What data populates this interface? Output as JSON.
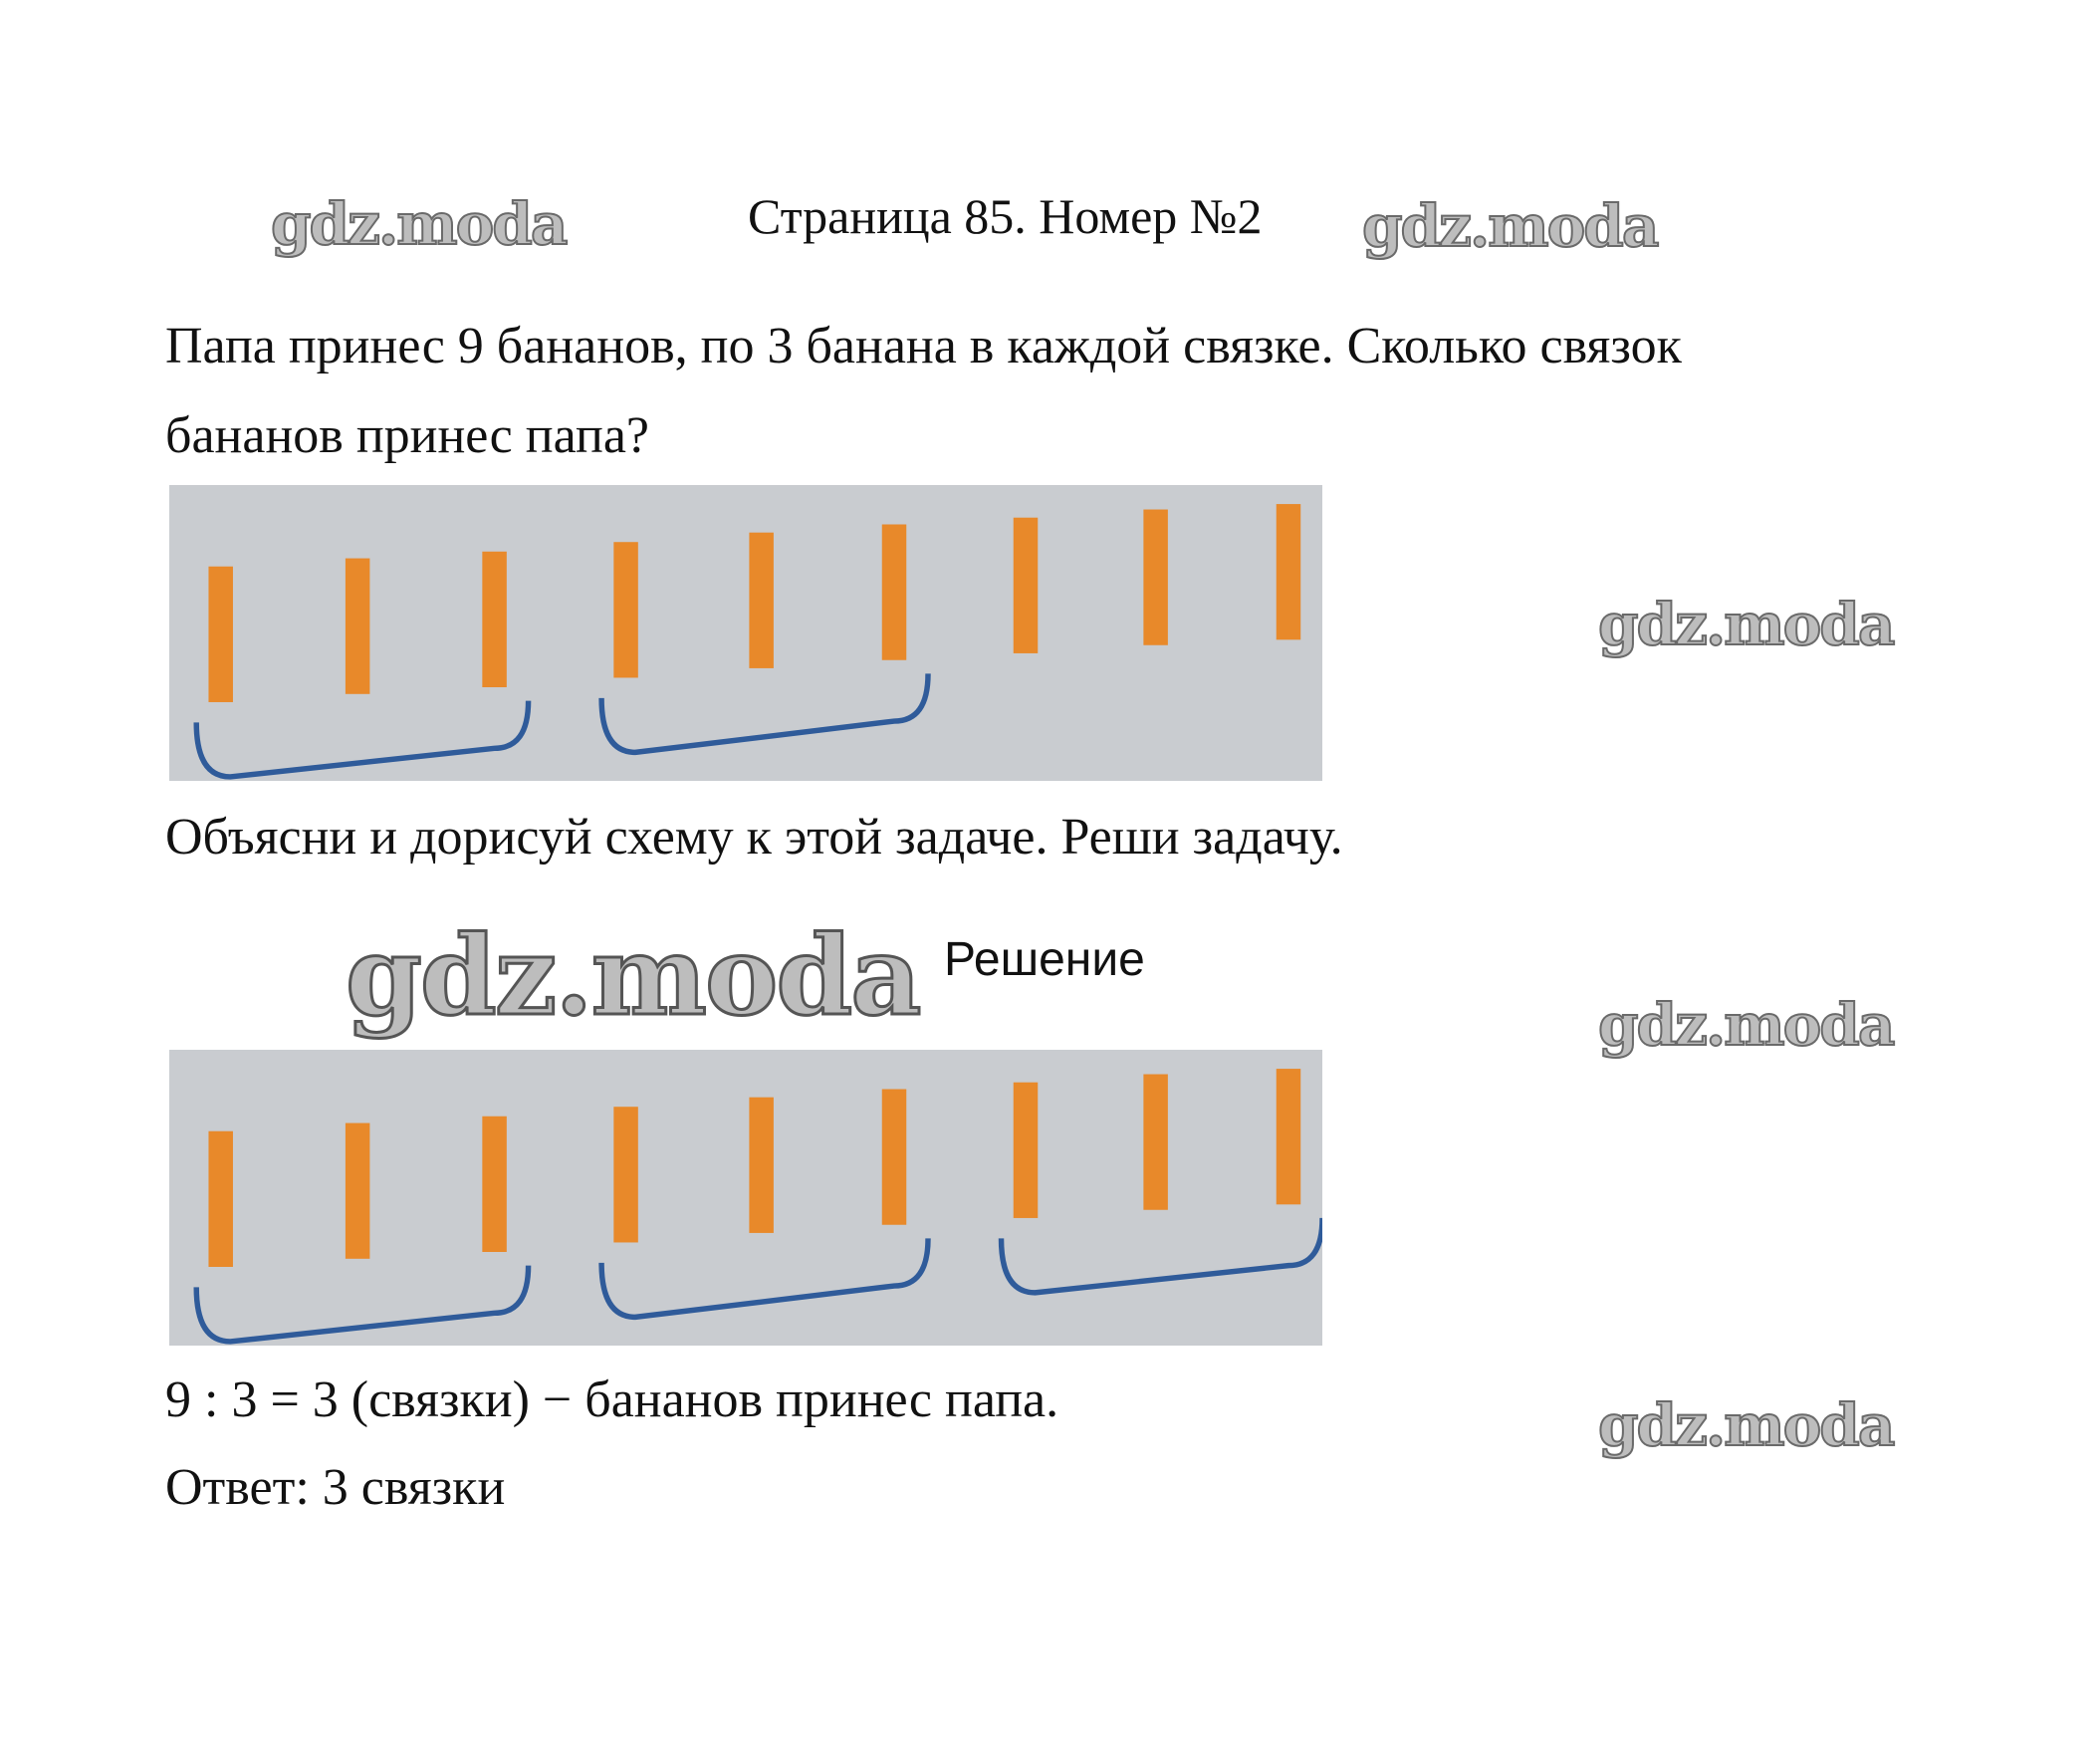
{
  "header": {
    "title": "Страница 85. Номер №2"
  },
  "watermark": "gdz.moda",
  "task": {
    "line1": "Папа принес 9 бананов, по 3 банана в каждой связке. Сколько связок",
    "line2": "бананов принес папа?",
    "instruction": "Объясни и дорисуй схему к этой задаче. Реши задачу."
  },
  "scheme": {
    "bananas": 9,
    "group_size": 3,
    "groups_shown_task": 2,
    "groups_shown_solution": 3,
    "bar_color": "#e8892a",
    "brace_color": "#2f5b9a",
    "background": "#c9ccd0"
  },
  "solution": {
    "heading": "Решение",
    "equation": "9 : 3 = 3 (связки) − бананов принес папа.",
    "answer": "Ответ: 3 связки"
  }
}
